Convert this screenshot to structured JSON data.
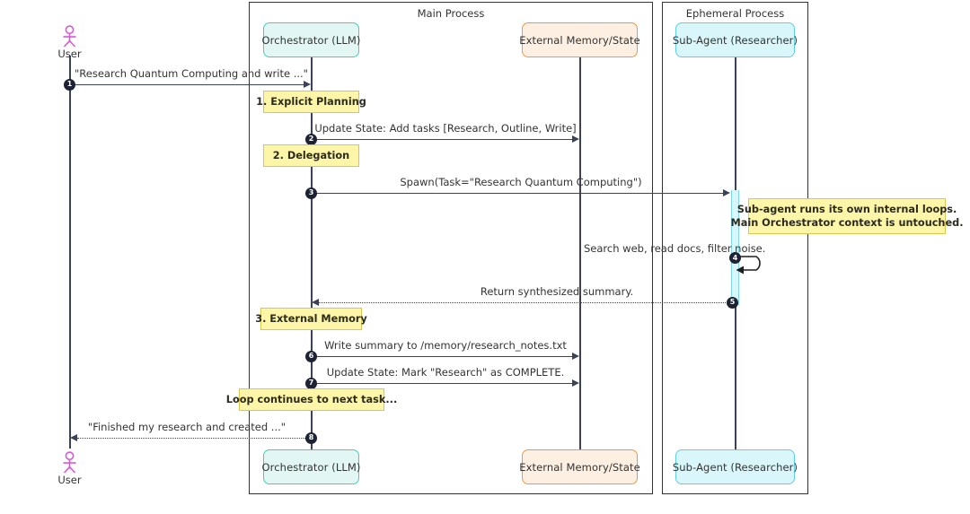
{
  "diagram": {
    "type": "sequence-diagram",
    "title": "Orchestrator / Sub-Agent delegation sequence"
  },
  "frames": [
    {
      "label": "Main Process"
    },
    {
      "label": "Ephemeral Process"
    }
  ],
  "actors": {
    "user": {
      "label": "User",
      "icon": "actor-stick-figure-icon",
      "color": "#d956d9"
    }
  },
  "participants": {
    "orchestrator_top": "Orchestrator (LLM)",
    "memory_top": "External Memory/State",
    "subagent_top": "Sub-Agent (Researcher)",
    "orchestrator_bottom": "Orchestrator (LLM)",
    "memory_bottom": "External Memory/State",
    "subagent_bottom": "Sub-Agent (Researcher)"
  },
  "messages": [
    {
      "num": "1",
      "label": "\"Research Quantum Computing and write ...\""
    },
    {
      "num": "2",
      "label": "Update State: Add tasks [Research, Outline, Write]"
    },
    {
      "num": "3",
      "label": "Spawn(Task=\"Research Quantum Computing\")"
    },
    {
      "num": "4",
      "label": "Search web, read docs, filter noise."
    },
    {
      "num": "5",
      "label": "Return synthesized summary."
    },
    {
      "num": "6",
      "label": "Write summary to /memory/research_notes.txt"
    },
    {
      "num": "7",
      "label": "Update State: Mark \"Research\" as COMPLETE."
    },
    {
      "num": "8",
      "label": "\"Finished my research and created ...\""
    }
  ],
  "notes": [
    {
      "id": "step1",
      "text": "1. Explicit Planning"
    },
    {
      "id": "step2",
      "text": "2. Delegation"
    },
    {
      "id": "subagent_note_line1",
      "text": "Sub-agent runs its own internal loops."
    },
    {
      "id": "subagent_note_line2",
      "text": "Main Orchestrator context is untouched."
    },
    {
      "id": "step3",
      "text": "3. External Memory"
    },
    {
      "id": "loop",
      "text": "Loop continues to next task..."
    }
  ],
  "colors": {
    "orchestrator_fill": "#e2f7f3",
    "orchestrator_border": "#4dc9b8",
    "memory_fill": "#fdf0e2",
    "memory_border": "#e39a54",
    "subagent_fill": "#d9f6fb",
    "subagent_border": "#5fd0e4",
    "note_fill": "#fdf6a8",
    "note_border": "#d9c84b",
    "lifeline": "#3c4257",
    "frame_border": "#333333",
    "seqnum_fill": "#1e2235"
  }
}
